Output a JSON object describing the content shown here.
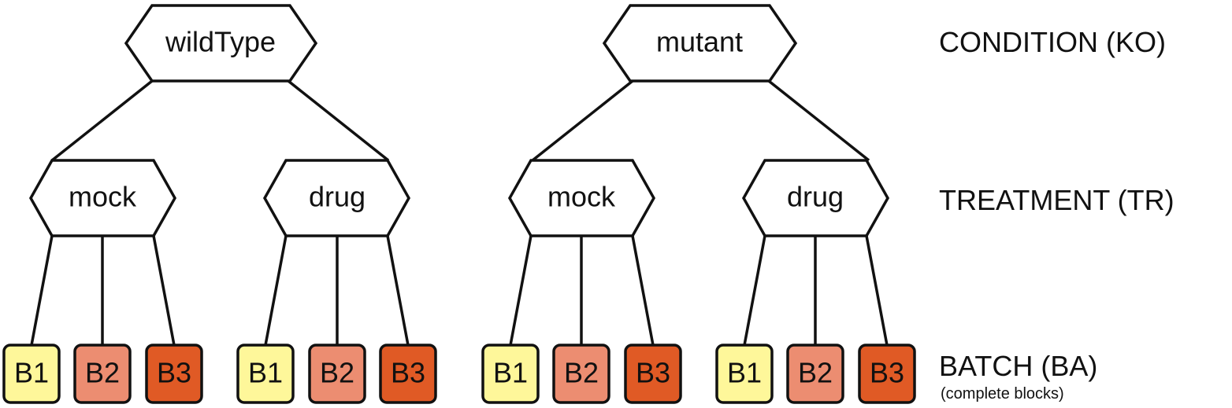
{
  "levels": {
    "condition": "CONDITION (KO)",
    "treatment": "TREATMENT (TR)",
    "batch": "BATCH (BA)",
    "batch_note": "(complete blocks)"
  },
  "conditions": [
    {
      "label": "wildType",
      "treatments": [
        {
          "label": "mock",
          "batches": [
            "B1",
            "B2",
            "B3"
          ]
        },
        {
          "label": "drug",
          "batches": [
            "B1",
            "B2",
            "B3"
          ]
        }
      ]
    },
    {
      "label": "mutant",
      "treatments": [
        {
          "label": "mock",
          "batches": [
            "B1",
            "B2",
            "B3"
          ]
        },
        {
          "label": "drug",
          "batches": [
            "B1",
            "B2",
            "B3"
          ]
        }
      ]
    }
  ],
  "batch_colors": {
    "B1": "#fef79a",
    "B2": "#ec8d71",
    "B3": "#e05a25"
  }
}
